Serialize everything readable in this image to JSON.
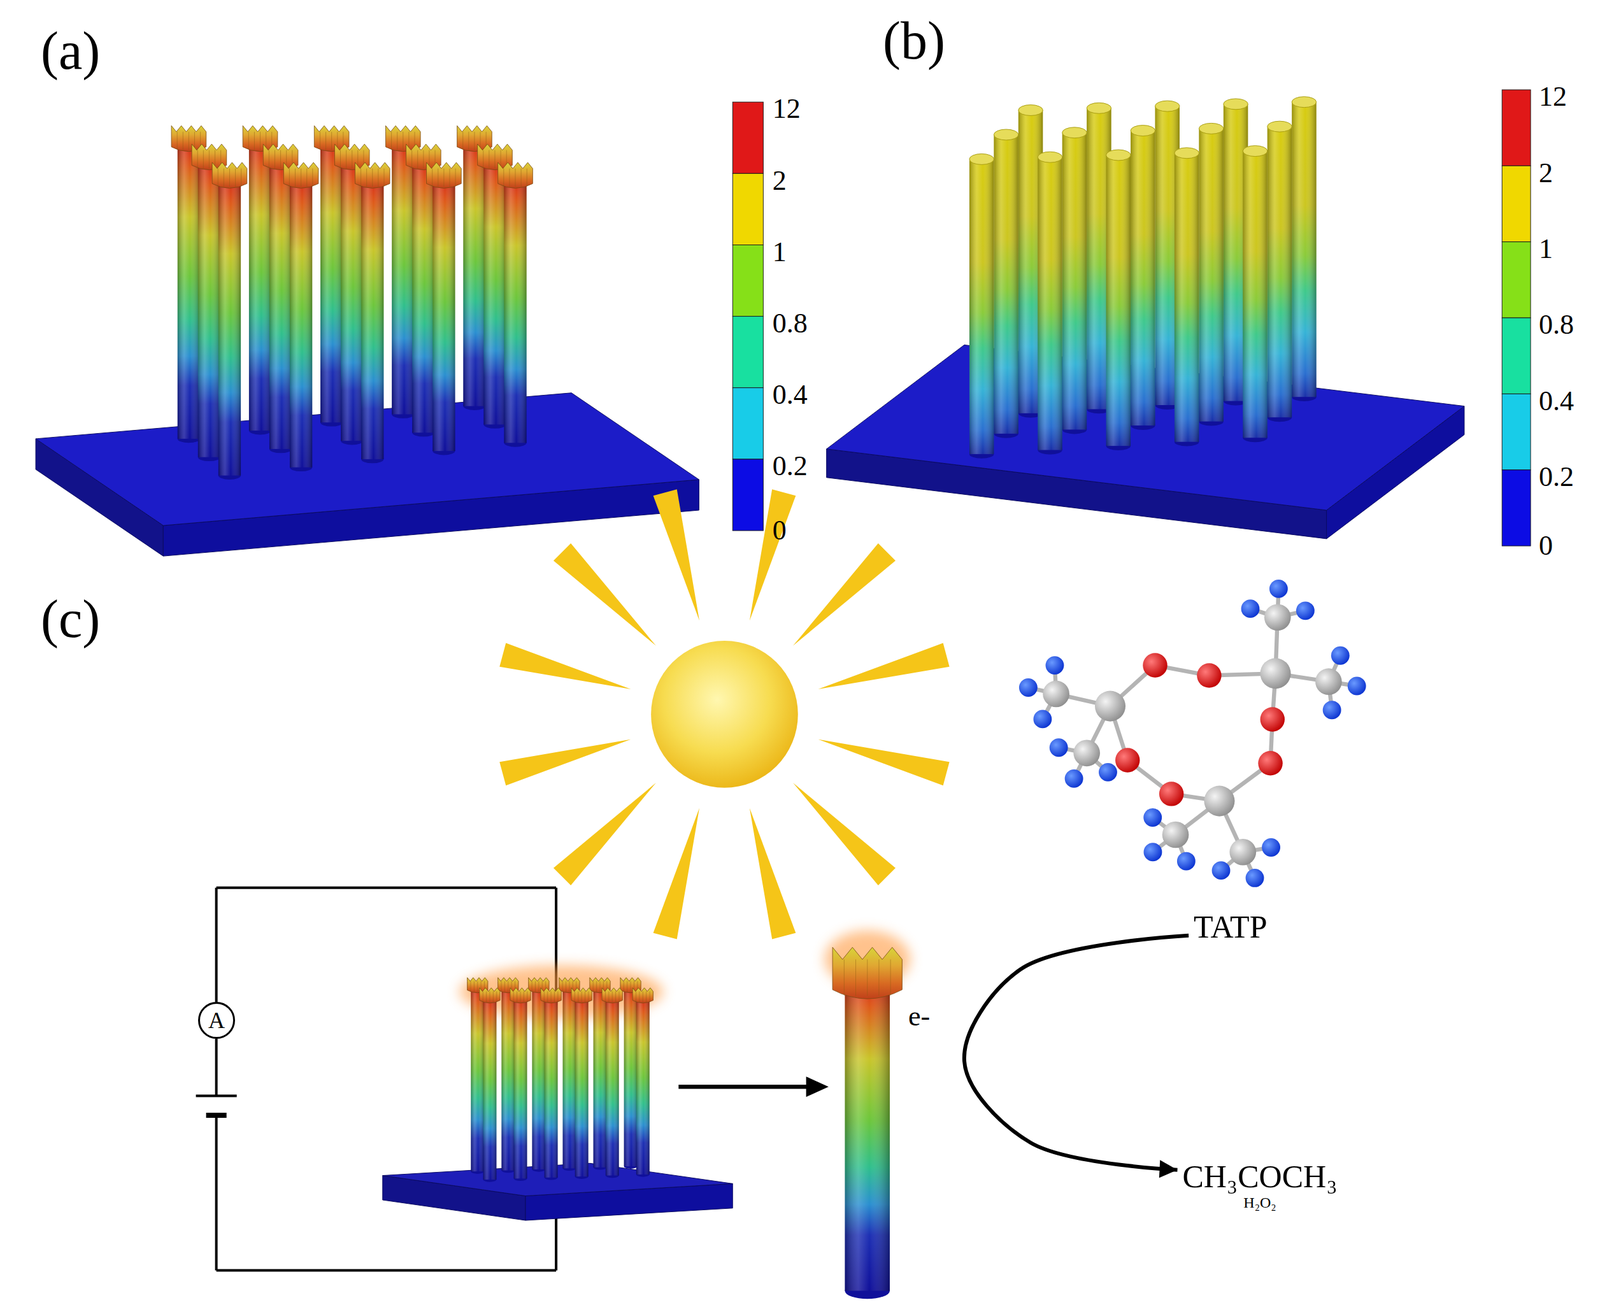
{
  "diagram": {
    "nodes": [
      {
        "text": [
          "A"
        ]
      },
      {
        "text": [
          "TATP"
        ]
      },
      {
        "text": [
          "CH₃COCH₃",
          "H₂O₂"
        ]
      }
    ],
    "edges": [
      {
        "from": 1,
        "to": 2,
        "arrow": "to"
      }
    ],
    "labels": [
      "(a)",
      "12",
      "2",
      "1",
      "0.8",
      "0.4",
      "0.2",
      "0",
      "(b)",
      "12",
      "2",
      "1",
      "0.8",
      "0.4",
      "0.2",
      "0",
      "(c)",
      "e-"
    ]
  }
}
